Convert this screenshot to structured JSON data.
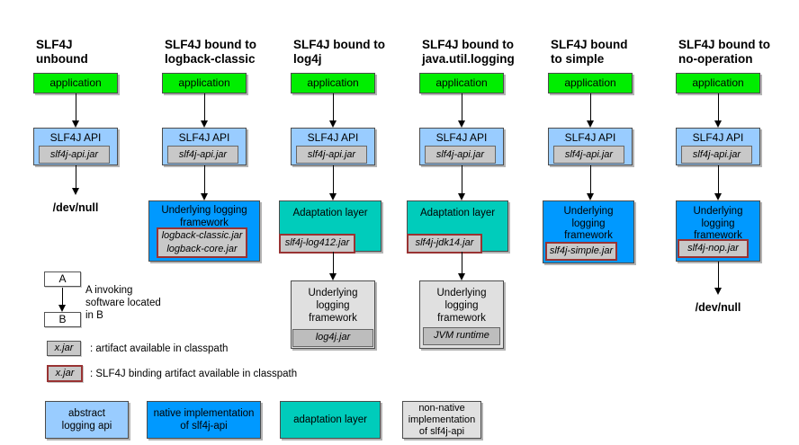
{
  "colors": {
    "application_green": "#00ee00",
    "api_light_blue": "#99ccff",
    "native_blue": "#0099ff",
    "adaptation_teal": "#00ccbb",
    "framework_gray": "#e0e0e0",
    "jar_gray": "#c8c8c8",
    "jar_dark_gray": "#bdbdbd",
    "binding_red": "#993333"
  },
  "columns": [
    {
      "title": "SLF4J\nunbound",
      "app_label": "application",
      "api_label": "SLF4J API",
      "api_jar": "slf4j-api.jar",
      "output": "/dev/null"
    },
    {
      "title": "SLF4J bound to\nlogback-classic",
      "app_label": "application",
      "api_label": "SLF4J API",
      "api_jar": "slf4j-api.jar",
      "framework_label": "Underlying logging\nframework",
      "framework_jar": "logback-classic.jar\nlogback-core.jar"
    },
    {
      "title": "SLF4J bound to\nlog4j",
      "app_label": "application",
      "api_label": "SLF4J API",
      "api_jar": "slf4j-api.jar",
      "adaptation_label": "Adaptation layer",
      "adaptation_jar": "slf4j-log412.jar",
      "underlying_label": "Underlying\nlogging\nframework",
      "underlying_jar": "log4j.jar"
    },
    {
      "title": "SLF4J bound to\njava.util.logging",
      "app_label": "application",
      "api_label": "SLF4J API",
      "api_jar": "slf4j-api.jar",
      "adaptation_label": "Adaptation layer",
      "adaptation_jar": "slf4j-jdk14.jar",
      "underlying_label": "Underlying\nlogging\nframework",
      "underlying_jar": "JVM runtime"
    },
    {
      "title": "SLF4J bound\nto simple",
      "app_label": "application",
      "api_label": "SLF4J API",
      "api_jar": "slf4j-api.jar",
      "framework_label": "Underlying\nlogging\nframework",
      "framework_jar": "slf4j-simple.jar"
    },
    {
      "title": "SLF4J bound to\nno-operation",
      "app_label": "application",
      "api_label": "SLF4J API",
      "api_jar": "slf4j-api.jar",
      "framework_label": "Underlying\nlogging\nframework",
      "framework_jar": "slf4j-nop.jar",
      "output": "/dev/null"
    }
  ],
  "legend": {
    "invoke": {
      "box_a": "A",
      "box_b": "B",
      "caption": "A invoking\nsoftware located\nin B"
    },
    "artifact": {
      "jar": "x.jar",
      "caption": ": artifact available in classpath"
    },
    "binding": {
      "jar": "x.jar",
      "caption": ": SLF4J binding artifact available in classpath"
    },
    "types": [
      {
        "label": "abstract\nlogging api"
      },
      {
        "label": "native implementation\nof slf4j-api"
      },
      {
        "label": "adaptation layer"
      },
      {
        "label": "non-native\nimplementation\nof slf4j-api"
      }
    ]
  }
}
